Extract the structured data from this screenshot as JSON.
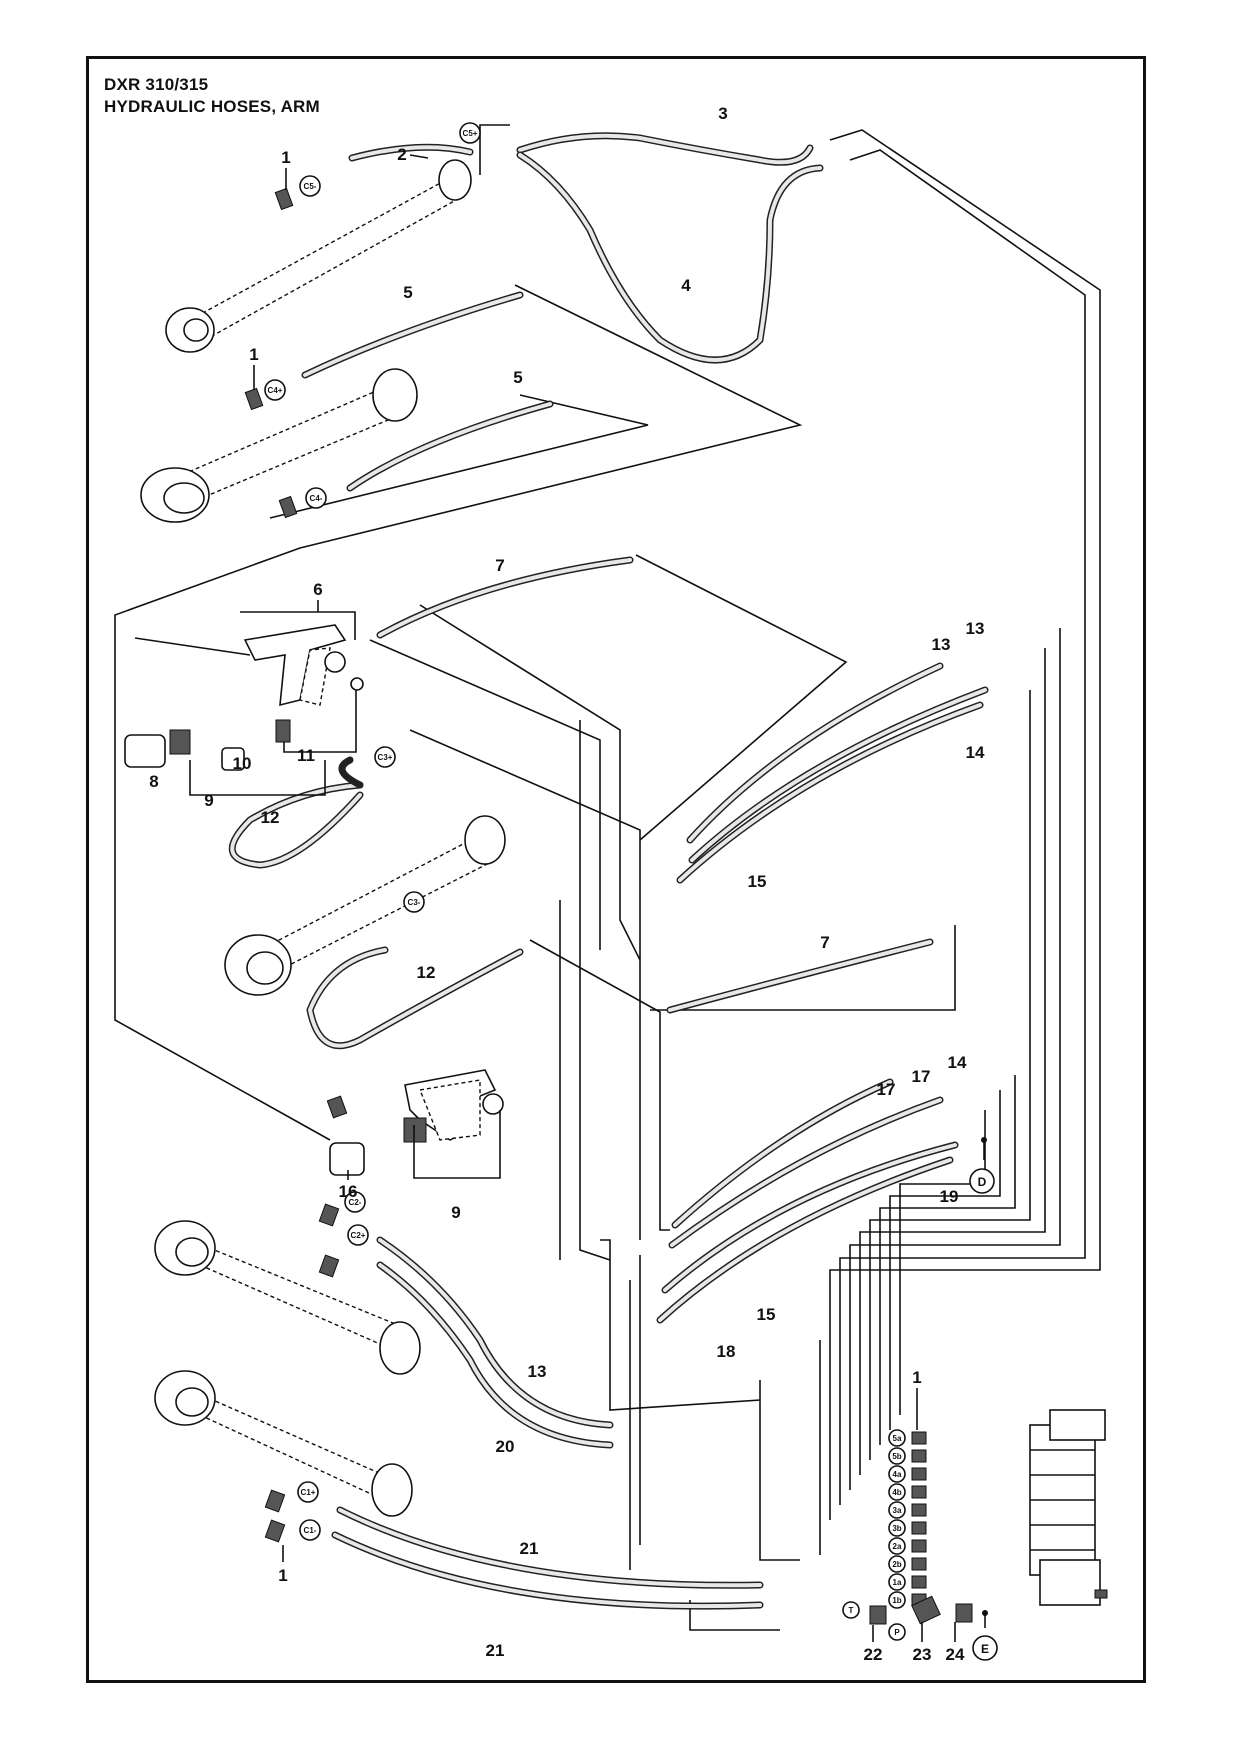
{
  "title": {
    "model": "DXR 310/315",
    "subtitle": "HYDRAULIC HOSES, ARM"
  },
  "callouts": [
    {
      "id": "c1a",
      "text": "1"
    },
    {
      "id": "c2",
      "text": "2"
    },
    {
      "id": "c3",
      "text": "3"
    },
    {
      "id": "c4",
      "text": "4"
    },
    {
      "id": "c5a",
      "text": "5"
    },
    {
      "id": "c1b",
      "text": "1"
    },
    {
      "id": "c5b",
      "text": "5"
    },
    {
      "id": "c7a",
      "text": "7"
    },
    {
      "id": "c6",
      "text": "6"
    },
    {
      "id": "c8",
      "text": "8"
    },
    {
      "id": "c9a",
      "text": "9"
    },
    {
      "id": "c10",
      "text": "10"
    },
    {
      "id": "c11",
      "text": "11"
    },
    {
      "id": "c12a",
      "text": "12"
    },
    {
      "id": "c12b",
      "text": "12"
    },
    {
      "id": "c13a",
      "text": "13"
    },
    {
      "id": "c13b",
      "text": "13"
    },
    {
      "id": "c14a",
      "text": "14"
    },
    {
      "id": "c15a",
      "text": "15"
    },
    {
      "id": "c7b",
      "text": "7"
    },
    {
      "id": "c16",
      "text": "16"
    },
    {
      "id": "c9b",
      "text": "9"
    },
    {
      "id": "c17a",
      "text": "17"
    },
    {
      "id": "c17b",
      "text": "17"
    },
    {
      "id": "c14b",
      "text": "14"
    },
    {
      "id": "c19",
      "text": "19"
    },
    {
      "id": "c15b",
      "text": "15"
    },
    {
      "id": "c18",
      "text": "18"
    },
    {
      "id": "c13c",
      "text": "13"
    },
    {
      "id": "c20",
      "text": "20"
    },
    {
      "id": "c1c",
      "text": "1"
    },
    {
      "id": "c21a",
      "text": "21"
    },
    {
      "id": "c21b",
      "text": "21"
    },
    {
      "id": "c1d",
      "text": "1"
    },
    {
      "id": "c22",
      "text": "22"
    },
    {
      "id": "c23",
      "text": "23"
    },
    {
      "id": "c24",
      "text": "24"
    }
  ],
  "port_tags": [
    {
      "id": "t-c5m",
      "text": "C5-"
    },
    {
      "id": "t-c5p",
      "text": "C5+"
    },
    {
      "id": "t-c4p",
      "text": "C4+"
    },
    {
      "id": "t-c4m",
      "text": "C4-"
    },
    {
      "id": "t-c3p",
      "text": "C3+"
    },
    {
      "id": "t-c3m",
      "text": "C3-"
    },
    {
      "id": "t-c2m",
      "text": "C2-"
    },
    {
      "id": "t-c2p",
      "text": "C2+"
    },
    {
      "id": "t-c1p",
      "text": "C1+"
    },
    {
      "id": "t-c1m",
      "text": "C1-"
    },
    {
      "id": "t-5a",
      "text": "5a"
    },
    {
      "id": "t-5b",
      "text": "5b"
    },
    {
      "id": "t-4a",
      "text": "4a"
    },
    {
      "id": "t-4b",
      "text": "4b"
    },
    {
      "id": "t-3a",
      "text": "3a"
    },
    {
      "id": "t-3b",
      "text": "3b"
    },
    {
      "id": "t-2a",
      "text": "2a"
    },
    {
      "id": "t-2b",
      "text": "2b"
    },
    {
      "id": "t-1a",
      "text": "1a"
    },
    {
      "id": "t-1b",
      "text": "1b"
    },
    {
      "id": "t-T",
      "text": "T"
    },
    {
      "id": "t-P",
      "text": "P"
    }
  ],
  "ref_tags": [
    {
      "id": "r-D",
      "text": "D"
    },
    {
      "id": "r-E",
      "text": "E"
    }
  ]
}
